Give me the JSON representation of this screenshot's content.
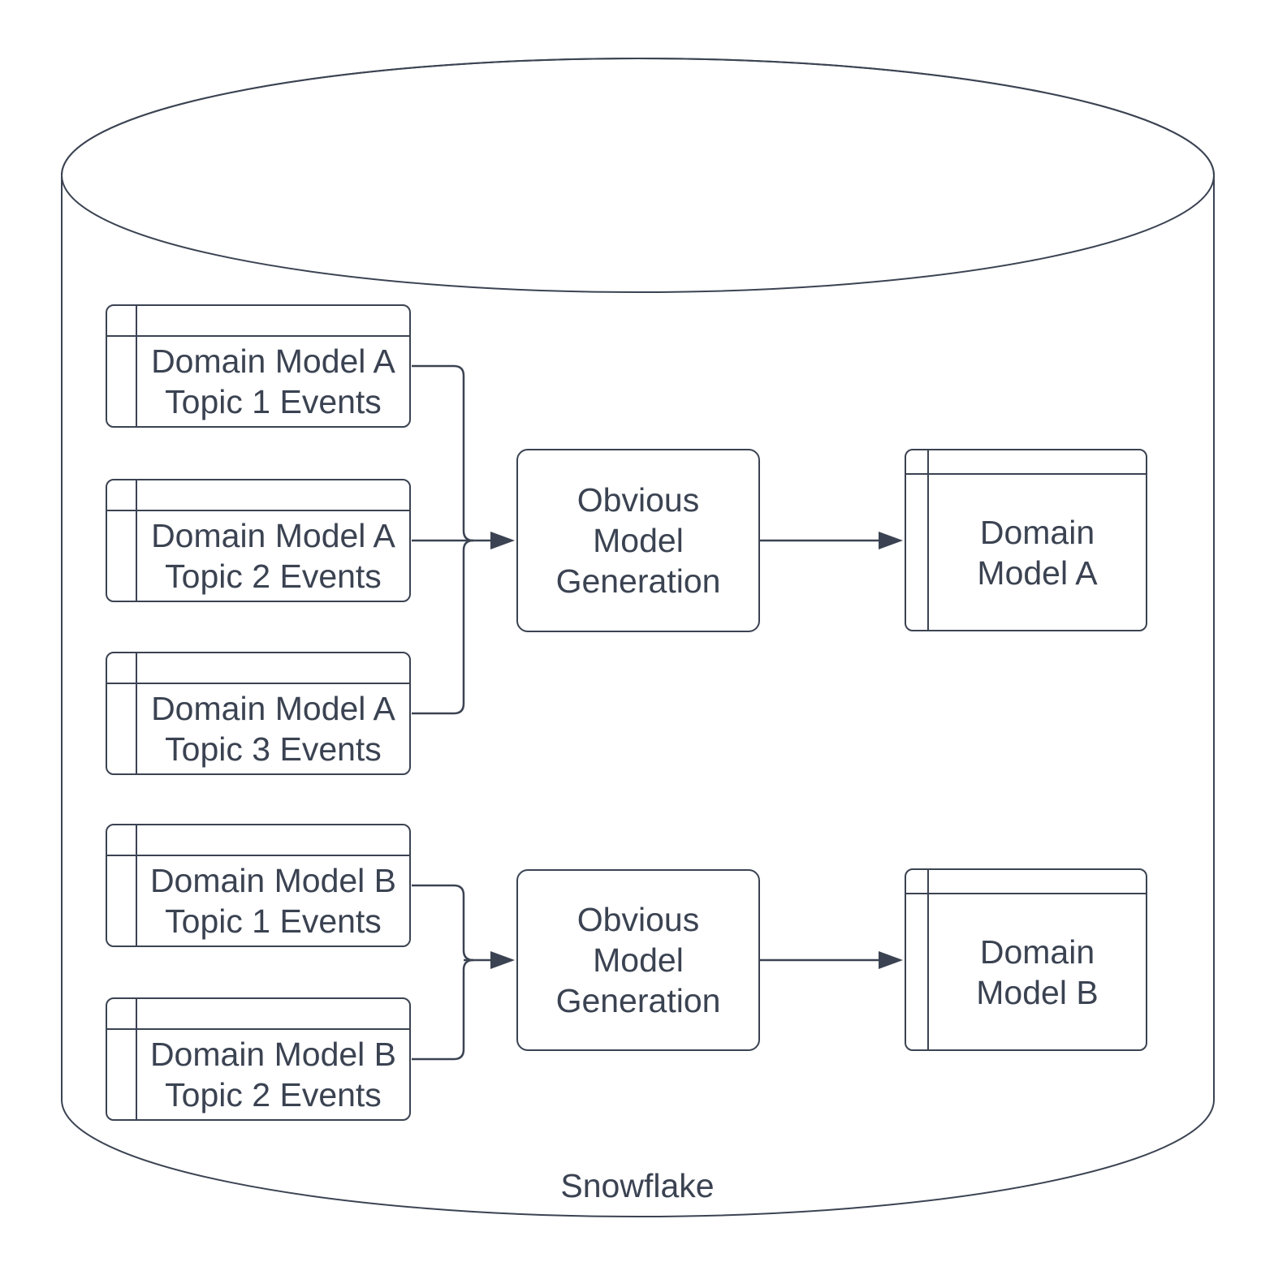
{
  "diagram": {
    "database_label": "Snowflake",
    "colors": {
      "stroke": "#3b4352",
      "text": "#3b4352",
      "background": "#ffffff"
    },
    "source_tables": [
      {
        "line1": "Domain Model A",
        "line2": "Topic 1 Events"
      },
      {
        "line1": "Domain Model A",
        "line2": "Topic 2 Events"
      },
      {
        "line1": "Domain Model A",
        "line2": "Topic 3 Events"
      },
      {
        "line1": "Domain Model B",
        "line2": "Topic 1 Events"
      },
      {
        "line1": "Domain Model B",
        "line2": "Topic 2 Events"
      }
    ],
    "processes": [
      {
        "line1": "Obvious",
        "line2": "Model",
        "line3": "Generation"
      },
      {
        "line1": "Obvious",
        "line2": "Model",
        "line3": "Generation"
      }
    ],
    "output_tables": [
      {
        "line1": "Domain",
        "line2": "Model A"
      },
      {
        "line1": "Domain",
        "line2": "Model B"
      }
    ]
  }
}
